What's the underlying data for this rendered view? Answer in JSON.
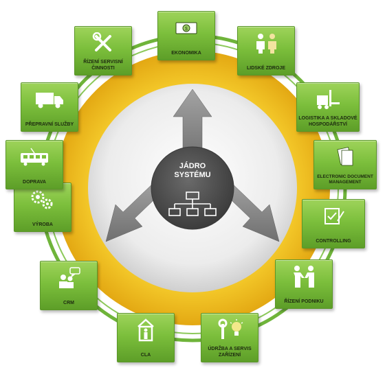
{
  "core": {
    "title": "JÁDRO\nSYSTÉMU"
  },
  "modules": [
    {
      "label": "EKONOMIKA",
      "icon": "money-icon"
    },
    {
      "label": "LIDSKÉ ZDROJE",
      "icon": "people-icon"
    },
    {
      "label": "LOGISTIKA A SKLADOVÉ\nHOSPODÁŘSTVÍ",
      "icon": "forklift-icon"
    },
    {
      "label": "ELECTRONIC DOCUMENT\nMANAGEMENT",
      "icon": "document-icon"
    },
    {
      "label": "CONTROLLING",
      "icon": "checklist-icon"
    },
    {
      "label": "ŘÍZENÍ PODNIKU",
      "icon": "handshake-icon"
    },
    {
      "label": "ÚDRŽBA A SERVIS\nZAŘÍZENÍ",
      "icon": "wrench-bulb-icon"
    },
    {
      "label": "CLA",
      "icon": "customs-booth-icon"
    },
    {
      "label": "CRM",
      "icon": "chat-people-icon"
    },
    {
      "label": "VÝROBA",
      "icon": "gears-icon"
    },
    {
      "label": "DOPRAVA",
      "icon": "tram-icon"
    },
    {
      "label": "PŘEPRAVNÍ SLUŽBY",
      "icon": "truck-icon"
    },
    {
      "label": "ŘÍZENÍ SERVISNÍ\nČINNOSTI",
      "icon": "tools-icon"
    }
  ],
  "colors": {
    "ring_yellow": "#f2c01e",
    "ring_green": "#6fb43a",
    "module_green": "#7cbf3c",
    "core_gray": "#545454",
    "arrow_gray": "#8a8a8a"
  }
}
